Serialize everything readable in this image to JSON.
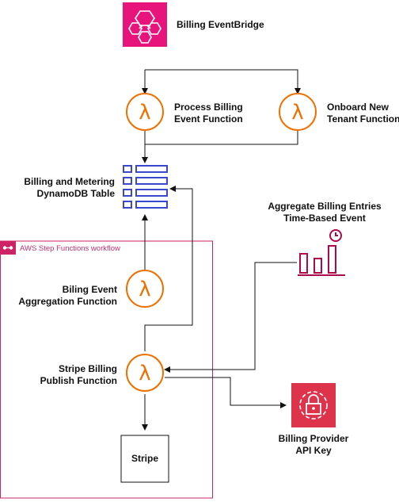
{
  "nodes": {
    "eventbridge": {
      "label_l1": "Billing EventBridge",
      "icon": "eventbridge-icon",
      "color": "#e7157b"
    },
    "process_billing": {
      "label_l1": "Process Billing",
      "label_l2": "Event Function",
      "icon": "lambda-icon",
      "color": "#ed7100"
    },
    "onboard_tenant": {
      "label_l1": "Onboard New",
      "label_l2": "Tenant Function",
      "icon": "lambda-icon",
      "color": "#ed7100"
    },
    "dynamodb_table": {
      "label_l1": "Billing and Metering",
      "label_l2": "DynamoDB Table",
      "icon": "dynamodb-table-icon",
      "color": "#3b48cc"
    },
    "time_event": {
      "label_l1": "Aggregate Billing Entries",
      "label_l2": "Time-Based Event",
      "icon": "cloudwatch-event-time-icon",
      "color": "#b0084d"
    },
    "aggregation_fn": {
      "label_l1": "Biling Event",
      "label_l2": "Aggregation Function",
      "icon": "lambda-icon",
      "color": "#ed7100"
    },
    "stripe_publish_fn": {
      "label_l1": "Stripe Billing",
      "label_l2": "Publish Function",
      "icon": "lambda-icon",
      "color": "#ed7100"
    },
    "api_key": {
      "label_l1": "Billing Provider",
      "label_l2": "API Key",
      "icon": "secrets-manager-icon",
      "color": "#dd344c"
    },
    "stripe": {
      "label_l1": "Stripe"
    }
  },
  "group": {
    "label": "AWS Step Functions workflow",
    "icon": "step-functions-icon",
    "color": "#cd2264"
  }
}
